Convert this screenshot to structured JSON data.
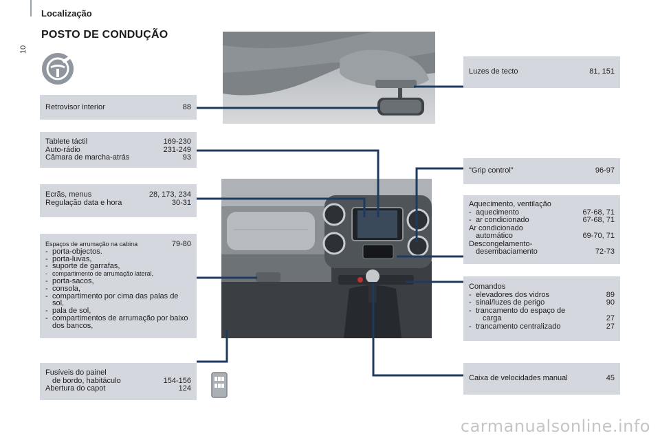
{
  "page": {
    "section_header": "Localização",
    "page_number": "10",
    "title": "POSTO DE CONDUÇÃO"
  },
  "icons": {
    "steering": "steering-wheel-icon",
    "fuse": "fuse-box-icon"
  },
  "boxes": {
    "retrovisor": {
      "label": "Retrovisor interior",
      "page": "88"
    },
    "tablet": {
      "rows": [
        {
          "label": "Tablete táctil",
          "page": "169-230"
        },
        {
          "label": "Auto-rádio",
          "page": "231-249"
        },
        {
          "label": "Câmara de marcha-atrás",
          "page": "93"
        }
      ]
    },
    "ecras": {
      "rows": [
        {
          "label": "Ecrãs, menus",
          "page": "28, 173, 234"
        },
        {
          "label": "Regulação data e hora",
          "page": "30-31"
        }
      ]
    },
    "espacos": {
      "heading": "Espaços de arrumação na cabina",
      "heading_page": "79-80",
      "items": [
        "porta-objectos.",
        "porta-luvas,",
        "suporte de garrafas,",
        "compartimento de arrumação lateral,",
        "porta-sacos,",
        "consola,",
        "compartimento por cima das palas de sol,",
        "pala de sol,",
        "compartimentos de arrumação por baixo dos bancos,"
      ]
    },
    "fusiveis": {
      "line1": "Fusíveis do painel",
      "line2": "de bordo, habitáculo",
      "line2_page": "154-156",
      "line3": "Abertura do capot",
      "line3_page": "124"
    },
    "luzes": {
      "label": "Luzes de tecto",
      "page": "81, 151"
    },
    "grip": {
      "label": "\"Grip control\"",
      "page": "96-97"
    },
    "aquecimento": {
      "heading": "Aquecimento, ventilação",
      "items": [
        {
          "label": "aquecimento",
          "page": "67-68, 71"
        },
        {
          "label": "ar condicionado",
          "page": "67-68, 71"
        }
      ],
      "ac_auto_1": "Ar condicionado",
      "ac_auto_2": "automático",
      "ac_auto_page": "69-70, 71",
      "desc_1": "Descongelamento-",
      "desc_2": "desembaciamento",
      "desc_page": "72-73"
    },
    "comandos": {
      "heading": "Comandos",
      "items": [
        {
          "label": "elevadores dos vidros",
          "page": "89"
        },
        {
          "label": "sinal/luzes de perigo",
          "page": "90"
        },
        {
          "label": "trancamento do espaço de",
          "page": ""
        },
        {
          "label": "carga",
          "page": "27"
        },
        {
          "label": "trancamento centralizado",
          "page": "27"
        }
      ]
    },
    "caixa": {
      "label": "Caixa de velocidades manual",
      "page": "45"
    }
  },
  "watermark": "carmanualsonline.info",
  "colors": {
    "box_bg": "#d5d7de",
    "connector": "#1f3a5f"
  }
}
